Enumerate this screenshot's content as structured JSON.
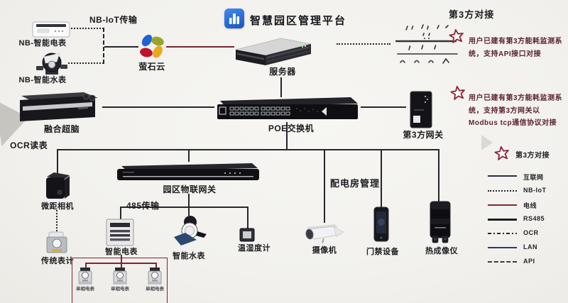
{
  "diagram": {
    "title": "智慧园区管理平台",
    "top_right_title": "第3方对接",
    "notes": {
      "note1": "用户已建有第3方能耗监测系统，支持API接口对接",
      "note2": "用户已建有第3方能耗监测系统，支持第3方网关以Modbus tcp通信协议对接"
    },
    "labels": {
      "nb_iot_transfer": "NB-IoT传输",
      "nb_smart_emeter": "NB-智能电表",
      "nb_smart_wmeter": "NB-智能水表",
      "ezviz_cloud": "萤石云",
      "server": "服务器",
      "poe_switch": "POE交换机",
      "fusion_brain": "融合超脑",
      "third_party_gateway": "第3方网关",
      "ocr_reading": "OCR读表",
      "macro_camera": "微距相机",
      "traditional_meter": "传统表计",
      "park_iot_gateway": "园区物联网关",
      "rs485_transfer": "485传输",
      "smart_emeter": "智能电表",
      "smart_wmeter": "智能水表",
      "thermo_hygrometer": "温湿度计",
      "power_room_mgmt": "配电房管理",
      "camera": "摄像机",
      "access_control": "门禁设备",
      "thermal_imager": "热成像仪",
      "sub_meter": "单相电表"
    },
    "legend": {
      "title": "第3方对接",
      "items": [
        {
          "label": "互联网",
          "style": "solid-dark"
        },
        {
          "label": "NB-IoT",
          "style": "dotted"
        },
        {
          "label": "电线",
          "style": "solid-red"
        },
        {
          "label": "RS485",
          "style": "solid-black"
        },
        {
          "label": "OCR",
          "style": "dash-dot"
        },
        {
          "label": "LAN",
          "style": "solid-navy"
        },
        {
          "label": "API",
          "style": "dashed"
        }
      ]
    },
    "colors": {
      "accent_red": "#80242f",
      "line_dark": "#26262e",
      "note_text": "#5d2430",
      "brand_blue": "#1b54c2",
      "ezviz_blue": "#1d63d8",
      "ezviz_olive": "#9aa32b",
      "ezviz_crimson": "#c0122c",
      "ezviz_yellow": "#e9a81f"
    }
  }
}
